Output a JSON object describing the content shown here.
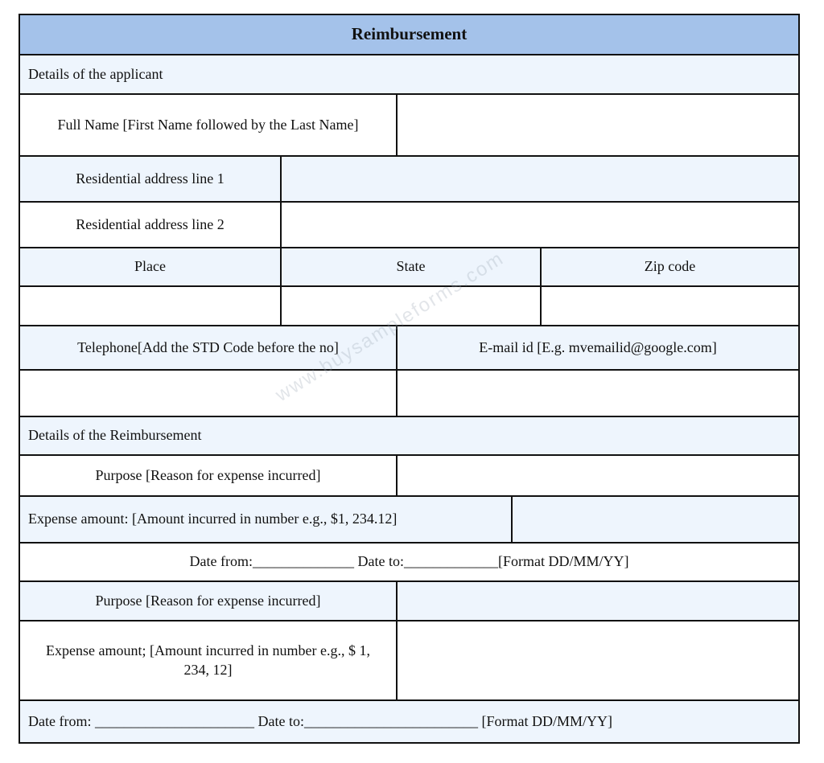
{
  "form": {
    "title": "Reimbursement",
    "section_applicant": "Details of the applicant",
    "full_name_label": "Full Name [First Name followed by the Last Name]",
    "address1_label": "Residential address line 1",
    "address2_label": "Residential address line 2",
    "place_label": "Place",
    "state_label": "State",
    "zip_label": "Zip code",
    "telephone_label": "Telephone[Add the STD Code before the no]",
    "email_label": "E-mail id [E.g. mvemailid@google.com]",
    "section_reimbursement": "Details of the Reimbursement",
    "purpose_label_1": "Purpose [Reason for expense incurred]",
    "expense_label_1": "Expense amount: [Amount incurred in number e.g., $1, 234.12]",
    "date_line_1": "Date from:______________ Date to:_____________[Format DD/MM/YY]",
    "purpose_label_2": "Purpose [Reason for expense incurred]",
    "expense_label_2": "Expense amount; [Amount incurred in number e.g., $ 1, 234, 12]",
    "date_line_2": "Date from: ______________________ Date to:________________________ [Format DD/MM/YY]"
  },
  "watermark": "www.buysampleforms.com"
}
